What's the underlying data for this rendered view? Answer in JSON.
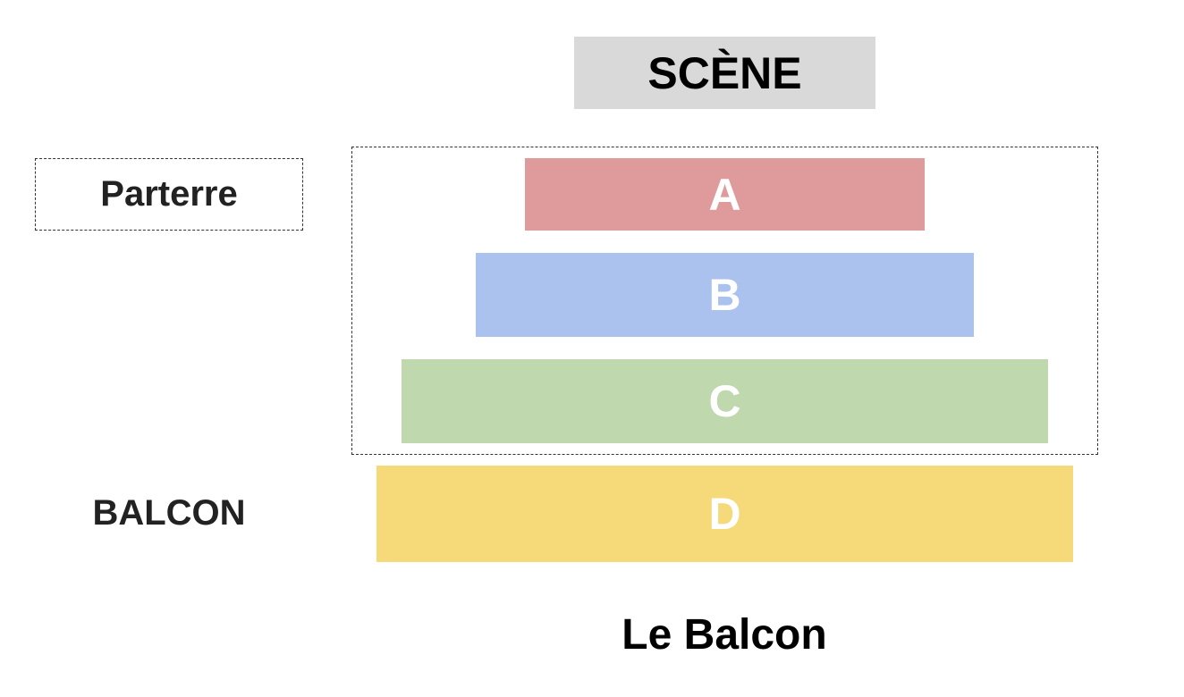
{
  "stage": {
    "label": "SCÈNE",
    "color": "#d9d9d9"
  },
  "levels": {
    "parterre": "Parterre",
    "balcon": "BALCON"
  },
  "sections": [
    {
      "label": "A",
      "color": "#df9b9b"
    },
    {
      "label": "B",
      "color": "#abc1ee"
    },
    {
      "label": "C",
      "color": "#bfd8ae"
    },
    {
      "label": "D",
      "color": "#f6d979"
    }
  ],
  "title": "Le Balcon"
}
